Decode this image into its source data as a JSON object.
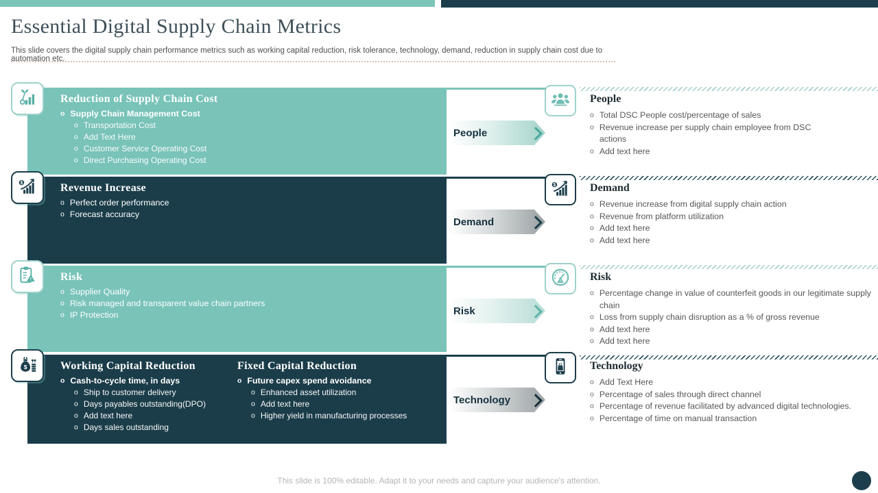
{
  "bullet_char": "o",
  "colors": {
    "teal": "#79c3b9",
    "navy": "#1b3d4a",
    "teal_icon": "#57b0a5",
    "arrow_text": "#16323e",
    "body_text": "#565656",
    "footer_text": "#b4b4b4"
  },
  "header": {
    "title": "Essential Digital Supply Chain Metrics",
    "subtitle": "This slide covers the digital supply chain performance metrics such as working capital reduction, risk tolerance, technology, demand,  reduction in supply chain cost due to automation etc."
  },
  "footer": {
    "note": "This slide is 100% editable. Adapt it to your needs and capture your audience's attention."
  },
  "rows": [
    {
      "arrow_label": "People",
      "left": {
        "icon": "growth-bars-icon",
        "columns": [
          {
            "heading": "Reduction of Supply Chain Cost",
            "items": [
              {
                "text": "Supply Chain Management Cost",
                "level": 1,
                "bold": true
              },
              {
                "text": "Transportation Cost",
                "level": 2
              },
              {
                "text": "Add Text Here",
                "level": 2
              },
              {
                "text": "Customer Service Operating Cost",
                "level": 2
              },
              {
                "text": "Direct Purchasing Operating Cost",
                "level": 2
              }
            ]
          }
        ]
      },
      "right": {
        "icon": "people-icon",
        "heading": "People",
        "items": [
          {
            "text": "Total DSC People cost/percentage of sales",
            "level": 1
          },
          {
            "text": "Revenue increase per supply chain employee from DSC actions",
            "level": 1
          },
          {
            "text": "Add text here",
            "level": 1
          }
        ]
      }
    },
    {
      "arrow_label": "Demand",
      "left": {
        "icon": "revenue-growth-icon",
        "columns": [
          {
            "heading": "Revenue Increase",
            "items": [
              {
                "text": "Perfect order performance",
                "level": 1
              },
              {
                "text": "Forecast accuracy",
                "level": 1
              }
            ]
          }
        ]
      },
      "right": {
        "icon": "demand-chart-icon",
        "heading": "Demand",
        "items": [
          {
            "text": "Revenue increase from digital supply chain action",
            "level": 1
          },
          {
            "text": "Revenue from platform utilization",
            "level": 1
          },
          {
            "text": "Add text here",
            "level": 1
          },
          {
            "text": "Add text here",
            "level": 1
          }
        ]
      }
    },
    {
      "arrow_label": "Risk",
      "left": {
        "icon": "risk-clipboard-icon",
        "columns": [
          {
            "heading": "Risk",
            "items": [
              {
                "text": "Supplier Quality",
                "level": 1
              },
              {
                "text": "Risk managed and transparent value chain partners",
                "level": 1
              },
              {
                "text": "IP Protection",
                "level": 1
              }
            ]
          }
        ]
      },
      "right": {
        "icon": "gauge-warning-icon",
        "heading": "Risk",
        "items": [
          {
            "text": "Percentage change in value of counterfeit goods in our legitimate supply chain",
            "level": 1
          },
          {
            "text": "Loss from supply chain disruption as a % of gross revenue",
            "level": 1
          },
          {
            "text": "Add text here",
            "level": 1
          },
          {
            "text": "Add text here",
            "level": 1
          }
        ]
      }
    },
    {
      "arrow_label": "Technology",
      "left": {
        "icon": "money-bag-icon",
        "columns": [
          {
            "heading": "Working Capital Reduction",
            "items": [
              {
                "text": "Cash-to-cycle time, in days",
                "level": 1,
                "bold": true
              },
              {
                "text": "Ship to customer delivery",
                "level": 2
              },
              {
                "text": "Days payables outstanding(DPO)",
                "level": 2
              },
              {
                "text": "Add text here",
                "level": 2
              },
              {
                "text": "Days sales outstanding",
                "level": 2
              }
            ]
          },
          {
            "heading": "Fixed Capital Reduction",
            "items": [
              {
                "text": "Future capex spend avoidance",
                "level": 1,
                "bold": true
              },
              {
                "text": "Enhanced asset utilization",
                "level": 2
              },
              {
                "text": "Add text here",
                "level": 2
              },
              {
                "text": "Higher yield in manufacturing processes",
                "level": 2
              }
            ]
          }
        ]
      },
      "right": {
        "icon": "smartphone-icon",
        "heading": "Technology",
        "items": [
          {
            "text": "Add Text Here",
            "level": 1
          },
          {
            "text": "Percentage of sales through direct channel",
            "level": 1
          },
          {
            "text": "Percentage of revenue facilitated by advanced digital technologies.",
            "level": 1
          },
          {
            "text": "Percentage of time on manual transaction",
            "level": 1
          }
        ]
      }
    }
  ]
}
